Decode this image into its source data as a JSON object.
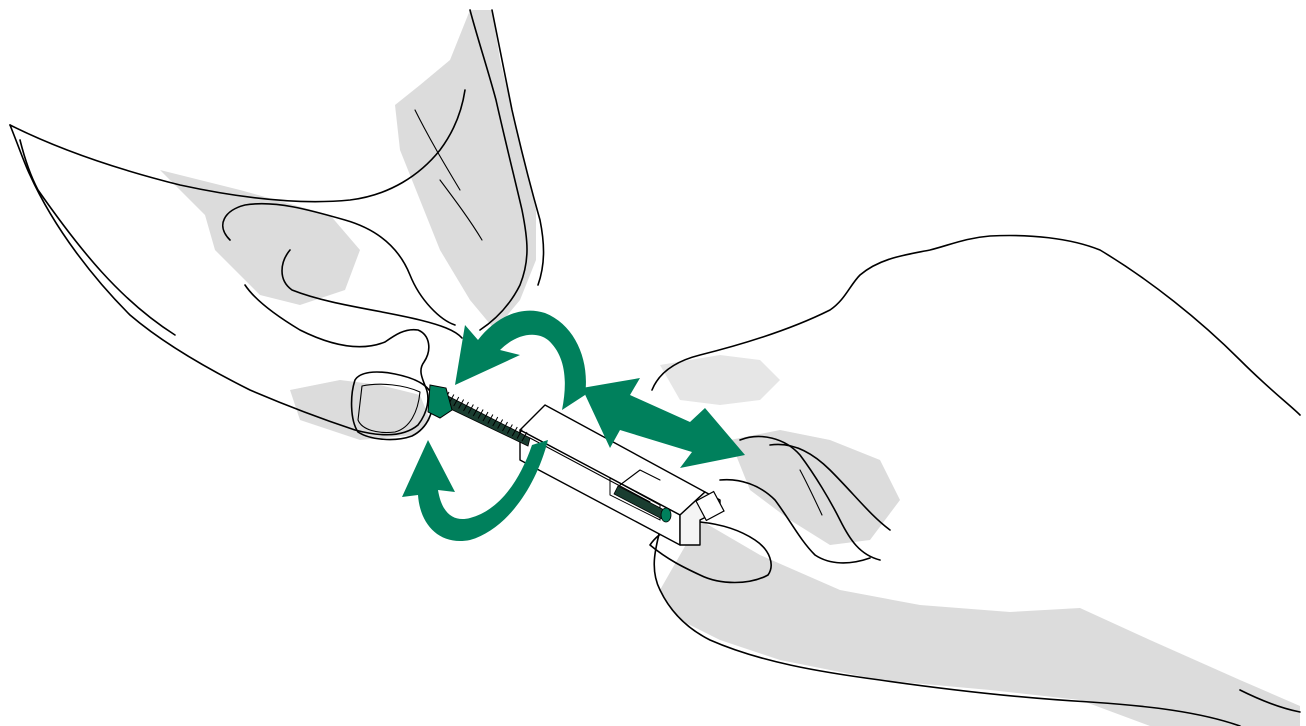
{
  "illustration": {
    "colors": {
      "background": "#ffffff",
      "skin": "#ffffff",
      "shadow": "#dcdcdc",
      "line": "#000000",
      "accent": "#00805c",
      "metal": "#ffffff",
      "thread": "#1a3d30"
    },
    "parts": {
      "left_hand": "left-hand",
      "right_hand": "right-hand",
      "tool": "sliding-tool-body",
      "rod": "threaded-rod",
      "rotate_arrow": "circular-rotate-arrow",
      "slide_arrow": "double-headed-slide-arrow"
    }
  }
}
